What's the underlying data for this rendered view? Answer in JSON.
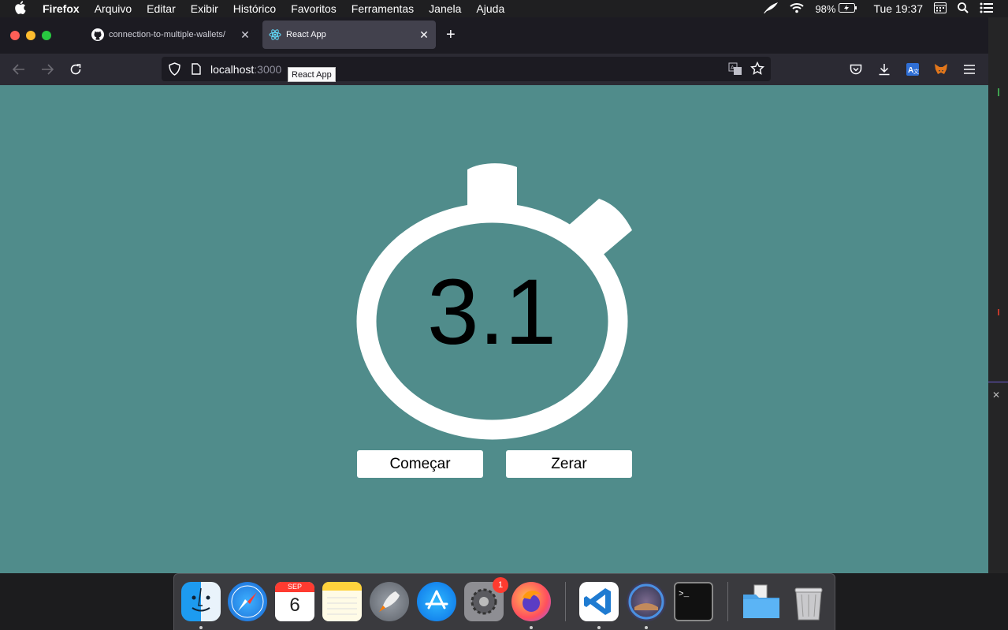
{
  "menubar": {
    "app_name": "Firefox",
    "items": [
      "Arquivo",
      "Editar",
      "Exibir",
      "Histórico",
      "Favoritos",
      "Ferramentas",
      "Janela",
      "Ajuda"
    ],
    "battery": "98%",
    "clock": "Tue 19:37"
  },
  "browser": {
    "tabs": [
      {
        "label": "connection-to-multiple-wallets/",
        "icon": "github-icon",
        "active": false
      },
      {
        "label": "React App",
        "icon": "react-icon",
        "active": true
      }
    ],
    "url_host": "localhost",
    "url_port": ":3000",
    "tooltip": "React App"
  },
  "app": {
    "time_value": "3.1",
    "start_label": "Começar",
    "reset_label": "Zerar",
    "background_color": "#508c8b"
  },
  "dock": {
    "calendar_month": "SEP",
    "calendar_day": "6",
    "settings_badge": "1",
    "apps": [
      "finder-icon",
      "safari-icon",
      "calendar-icon",
      "notes-icon",
      "launchpad-icon",
      "app-store-icon",
      "system-preferences-icon",
      "firefox-icon",
      "vscode-icon",
      "macos-mojave-icon",
      "terminal-icon",
      "downloads-folder-icon",
      "trash-icon"
    ]
  }
}
